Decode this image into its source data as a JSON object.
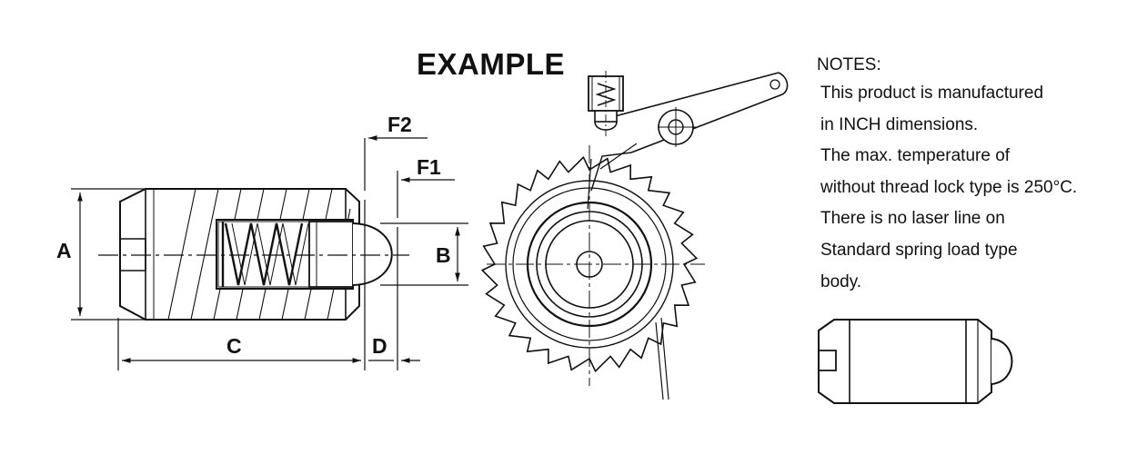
{
  "title": "EXAMPLE",
  "dimension_labels": {
    "a": "A",
    "b": "B",
    "c": "C",
    "d": "D",
    "f1": "F1",
    "f2": "F2"
  },
  "notes": {
    "heading": "NOTES:",
    "lines": [
      "This product is manufactured",
      "in INCH dimensions.",
      "The max. temperature of",
      "without thread lock type is 250°C.",
      "There is no laser line on",
      "Standard spring load type",
      "body."
    ]
  }
}
